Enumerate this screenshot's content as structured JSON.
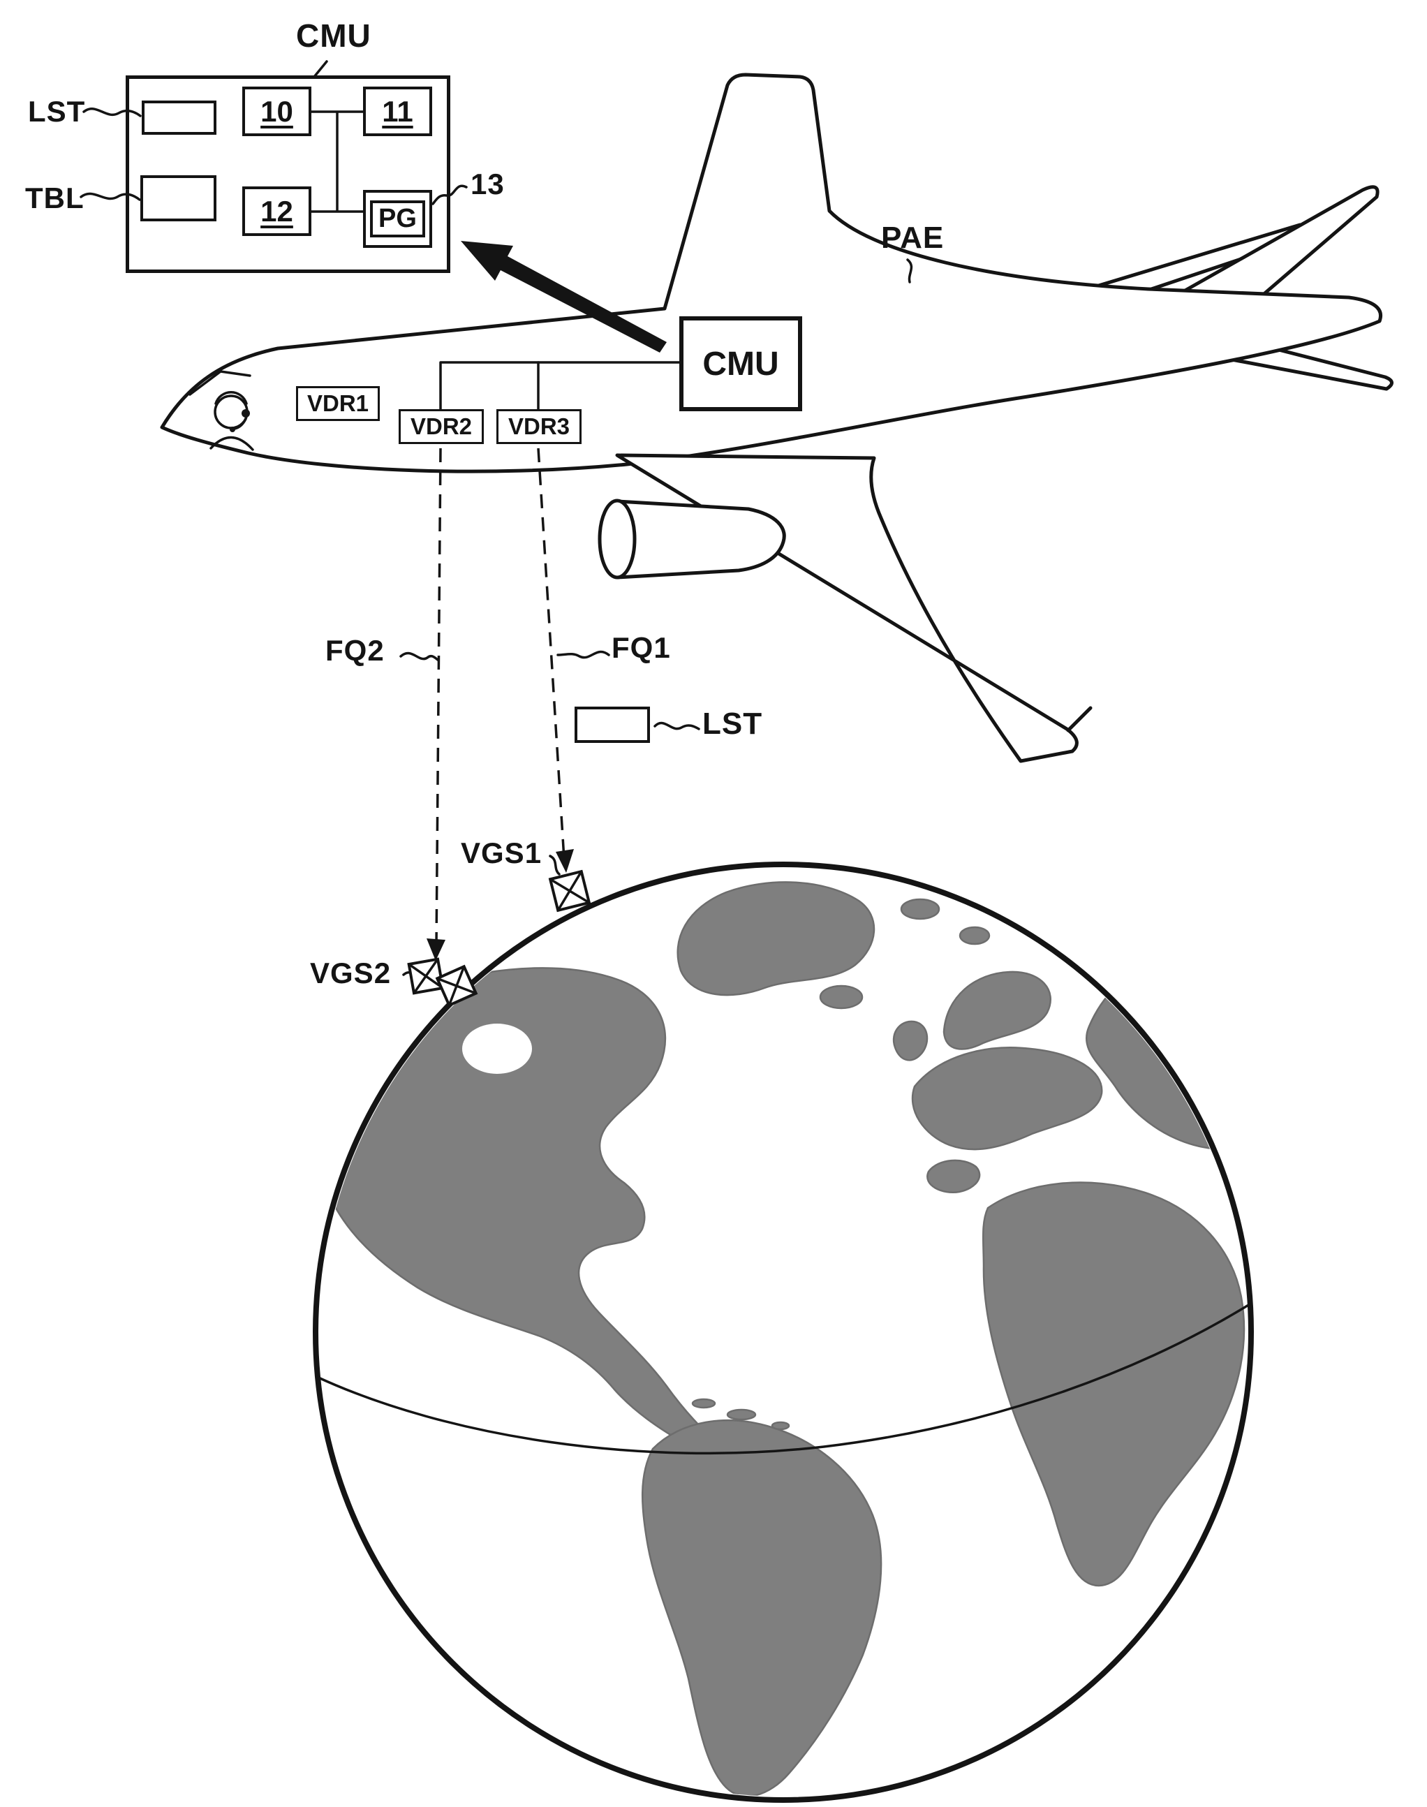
{
  "figure": {
    "background": "#ffffff",
    "ink_color": "#141414",
    "continent_color": "#7f7f7f"
  },
  "cmu_detail": {
    "title": "CMU",
    "lst_label": "LST",
    "tbl_label": "TBL",
    "box_10": "10",
    "box_11": "11",
    "box_12": "12",
    "box_pg": "PG",
    "ref_13": "13"
  },
  "aircraft": {
    "pae_label": "PAE",
    "vdr1_label": "VDR1",
    "vdr2_label": "VDR2",
    "vdr3_label": "VDR3",
    "cmu_label": "CMU"
  },
  "datalinks": {
    "fq1_label": "FQ1",
    "fq2_label": "FQ2",
    "lst_label": "LST"
  },
  "ground_stations": {
    "vgs1_label": "VGS1",
    "vgs2_label": "VGS2"
  }
}
